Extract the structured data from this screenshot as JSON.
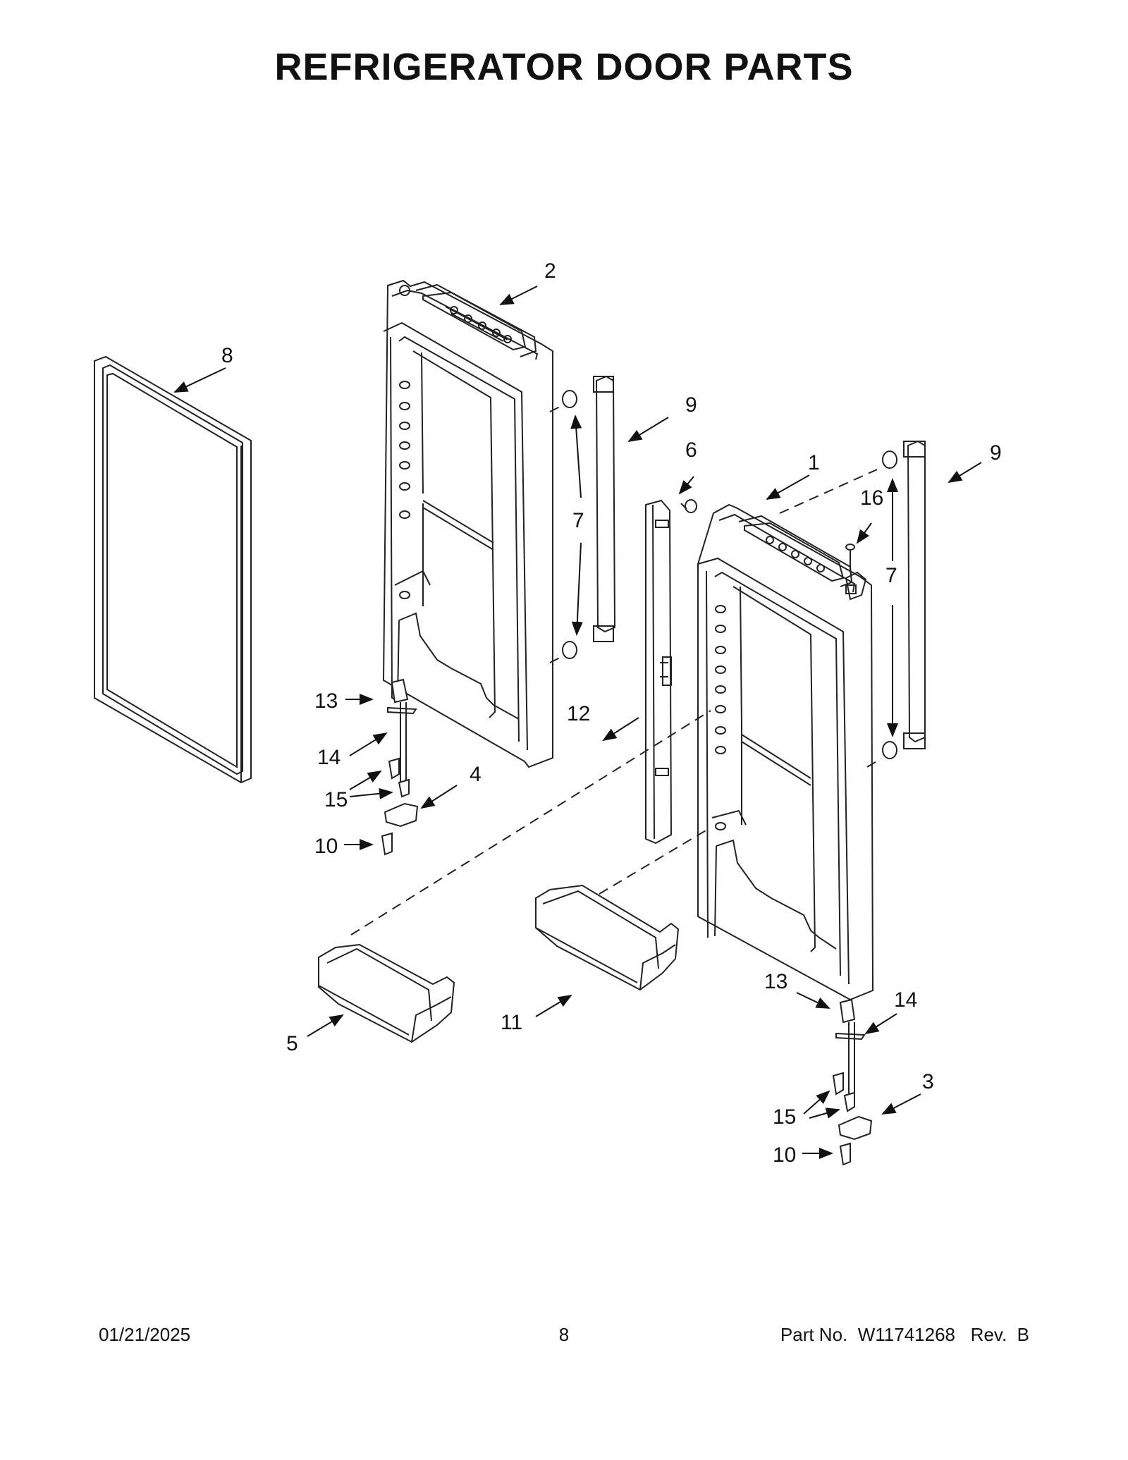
{
  "title": "REFRIGERATOR DOOR PARTS",
  "footer": {
    "date": "01/21/2025",
    "page": "8",
    "part": "Part No.  W11741268   Rev.  B"
  },
  "callouts": {
    "c1": "1",
    "c2": "2",
    "c3": "3",
    "c4": "4",
    "c5": "5",
    "c6": "6",
    "c7a": "7",
    "c7b": "7",
    "c8": "8",
    "c9a": "9",
    "c9b": "9",
    "c10a": "10",
    "c10b": "10",
    "c11": "11",
    "c12": "12",
    "c13a": "13",
    "c13b": "13",
    "c14a": "14",
    "c14b": "14",
    "c15a": "15",
    "c15b": "15",
    "c16": "16"
  }
}
